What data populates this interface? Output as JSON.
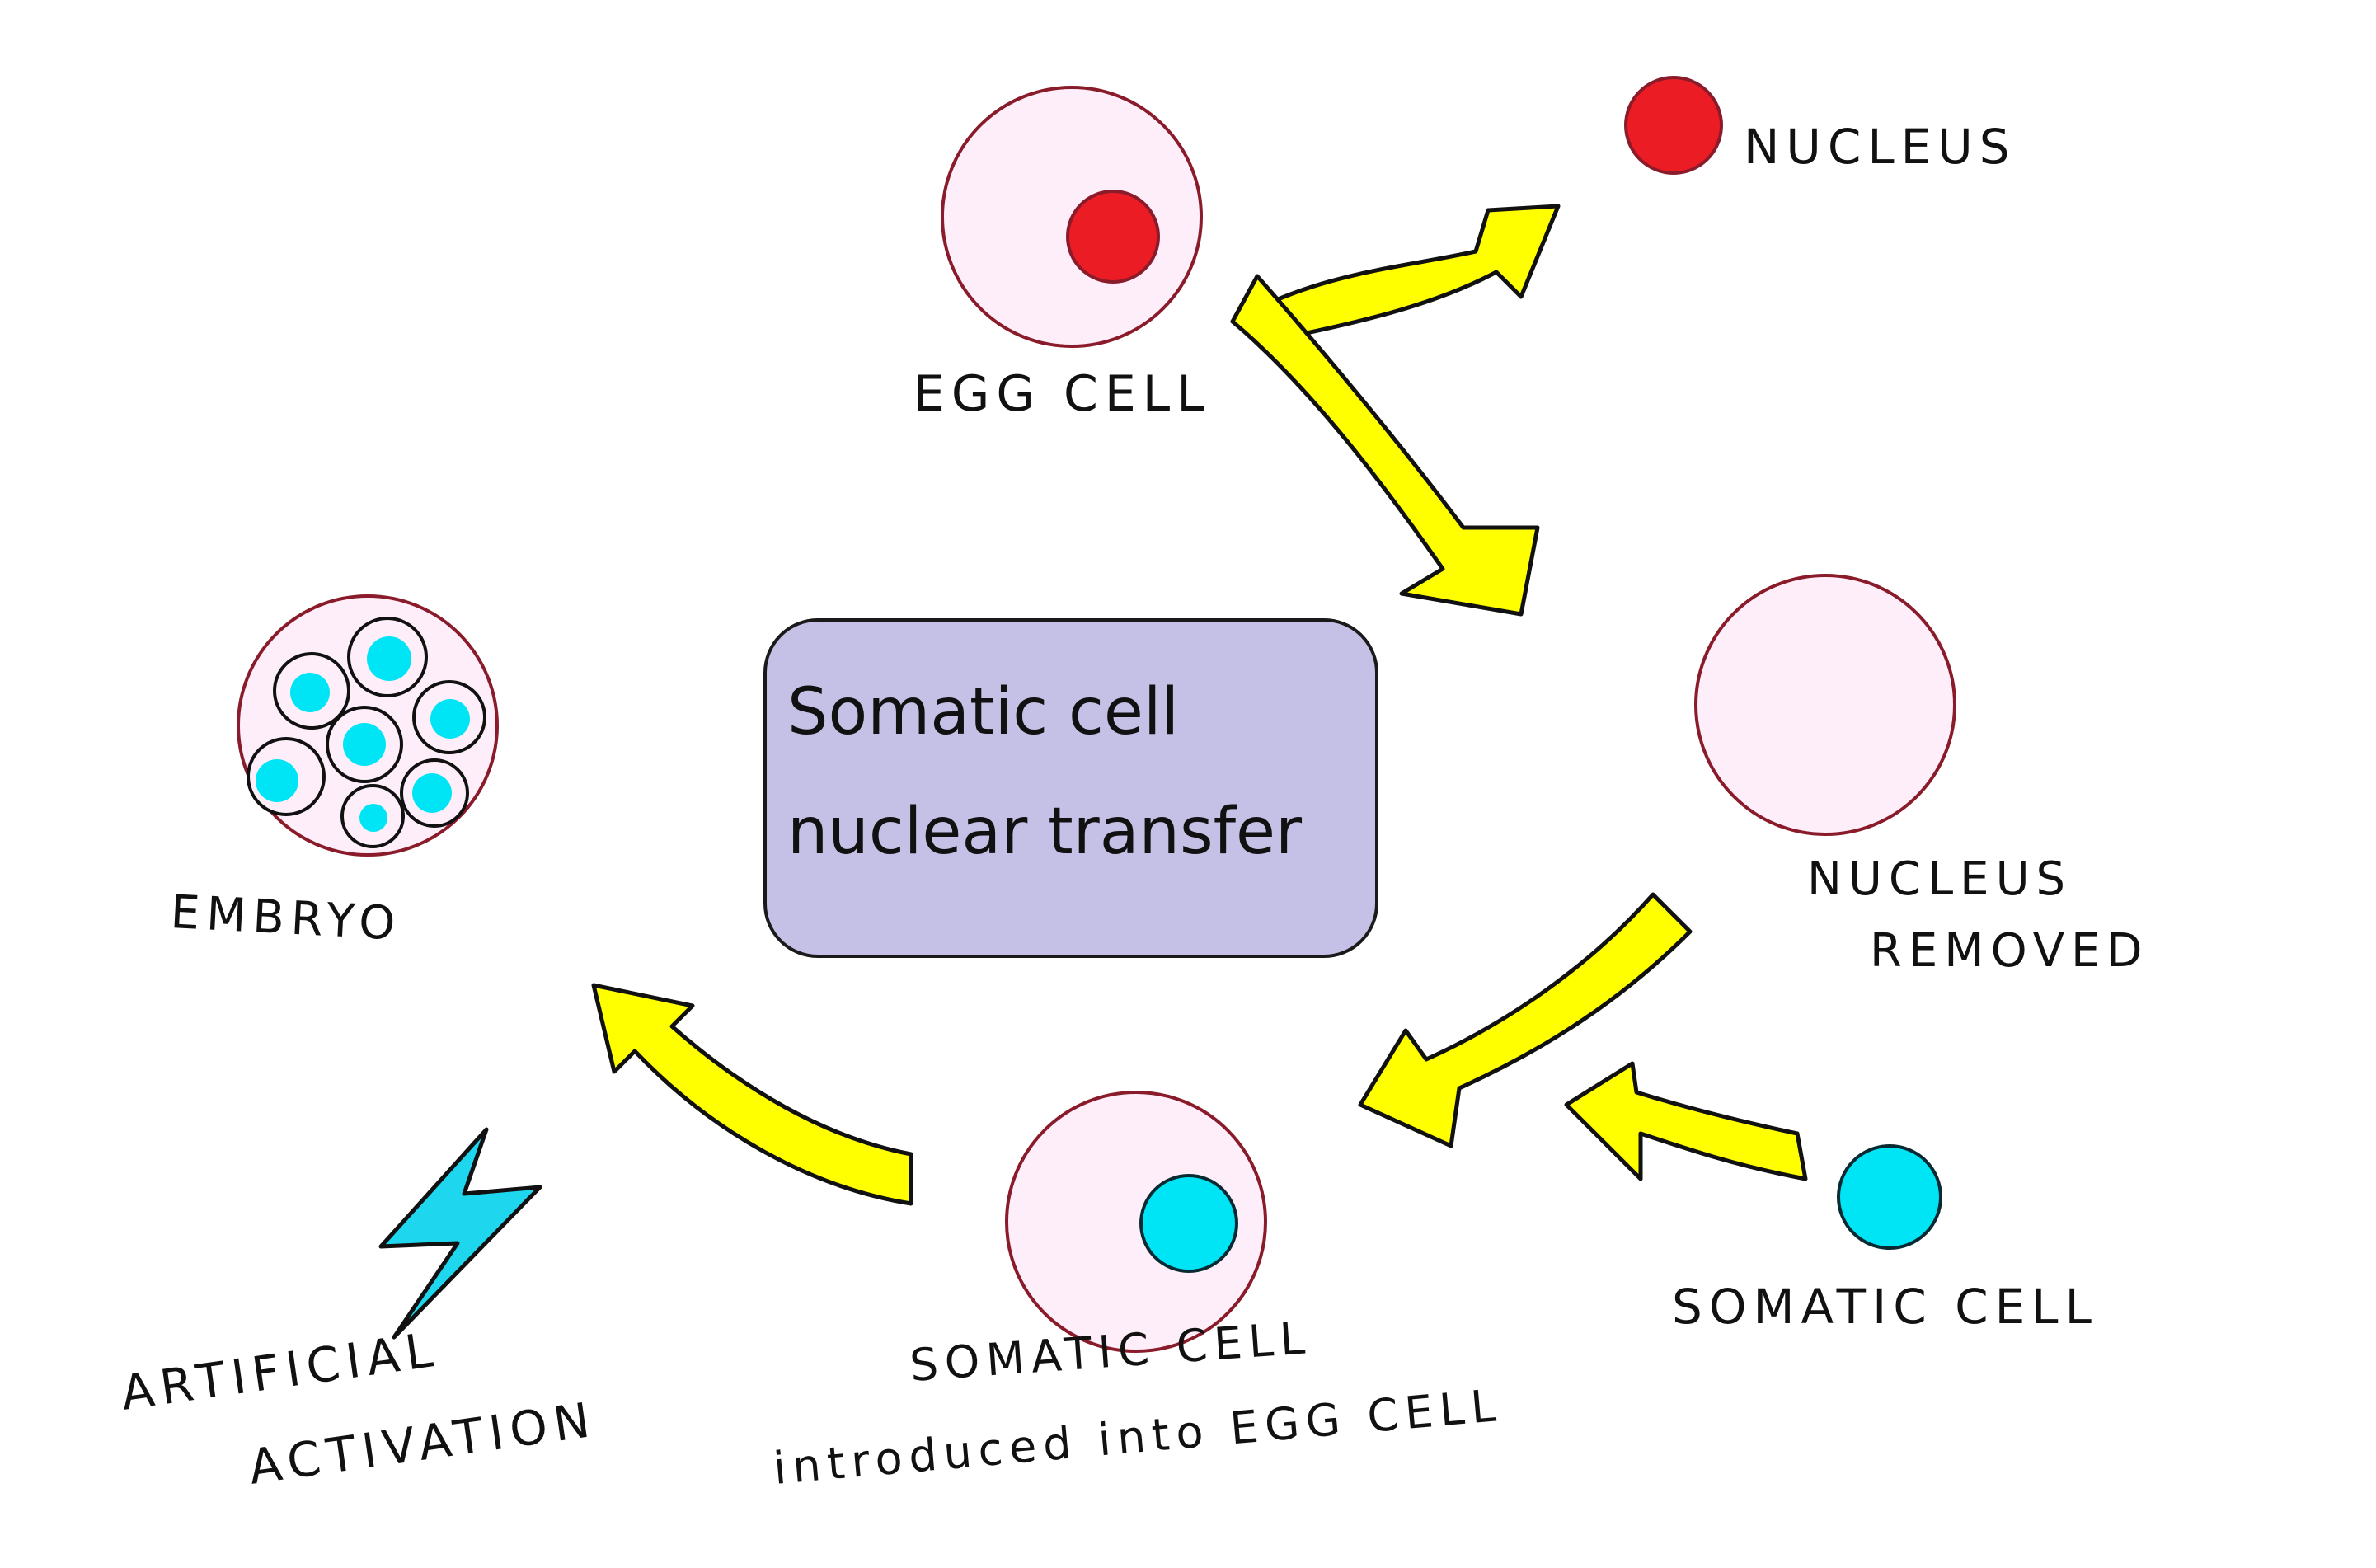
{
  "diagram": {
    "title_line1": "Somatic cell",
    "title_line2": "nuclear transfer",
    "labels": {
      "egg_cell": "EGG CELL",
      "nucleus": "NUCLEUS",
      "nucleus_removed_line1": "NUCLEUS",
      "nucleus_removed_line2": "REMOVED",
      "somatic_cell": "SOMATIC CELL",
      "introduced_line1": "SOMATIC CELL",
      "introduced_line2": "introduced into EGG CELL",
      "embryo": "EMBRYO",
      "activation_line1": "ARTIFICIAL",
      "activation_line2": "ACTIVATION"
    },
    "colors": {
      "cell_fill": "#fdeefa",
      "cell_outline": "#8a1b2a",
      "egg_nucleus": "#ec1c24",
      "somatic_nucleus": "#00e5f5",
      "arrow": "#ffff00",
      "title_box": "#c5c0e6",
      "lightning": "#1fd6ef"
    }
  }
}
